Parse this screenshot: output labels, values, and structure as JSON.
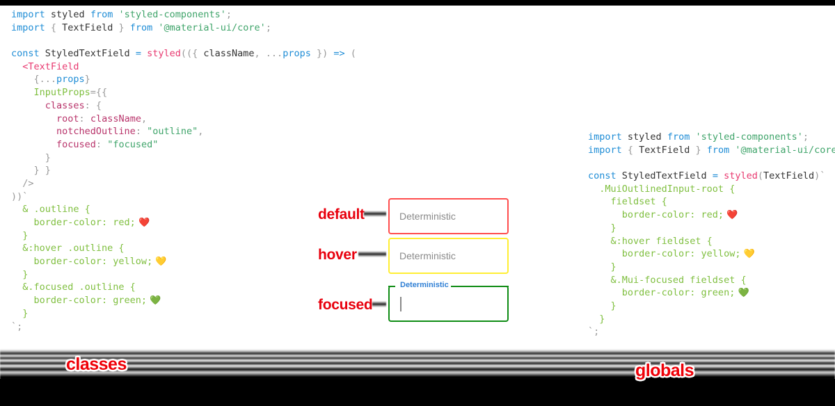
{
  "top_bar": {
    "color": "#000000"
  },
  "left_panel": {
    "section_title": "classes",
    "code_lines": [
      [
        {
          "t": "kw",
          "s": "import"
        },
        {
          "t": "plain",
          "s": " styled "
        },
        {
          "t": "kw",
          "s": "from"
        },
        {
          "t": "plain",
          "s": " "
        },
        {
          "t": "str",
          "s": "'styled-components'"
        },
        {
          "t": "punct",
          "s": ";"
        }
      ],
      [
        {
          "t": "kw",
          "s": "import"
        },
        {
          "t": "punct",
          "s": " { "
        },
        {
          "t": "plain",
          "s": "TextField"
        },
        {
          "t": "punct",
          "s": " } "
        },
        {
          "t": "kw",
          "s": "from"
        },
        {
          "t": "plain",
          "s": " "
        },
        {
          "t": "str",
          "s": "'@material-ui/core'"
        },
        {
          "t": "punct",
          "s": ";"
        }
      ],
      [],
      [
        {
          "t": "kw",
          "s": "const"
        },
        {
          "t": "plain",
          "s": " StyledTextField "
        },
        {
          "t": "kw",
          "s": "= "
        },
        {
          "t": "fn",
          "s": "styled"
        },
        {
          "t": "punct",
          "s": "(({ "
        },
        {
          "t": "plain",
          "s": "className"
        },
        {
          "t": "punct",
          "s": ", "
        },
        {
          "t": "punct",
          "s": "..."
        },
        {
          "t": "param",
          "s": "props"
        },
        {
          "t": "punct",
          "s": " }) "
        },
        {
          "t": "arrow",
          "s": "=> "
        },
        {
          "t": "punct",
          "s": "("
        }
      ],
      [
        {
          "t": "plain",
          "s": "  "
        },
        {
          "t": "tag",
          "s": "<TextField"
        }
      ],
      [
        {
          "t": "punct",
          "s": "    {"
        },
        {
          "t": "punct",
          "s": "..."
        },
        {
          "t": "param",
          "s": "props"
        },
        {
          "t": "punct",
          "s": "}"
        }
      ],
      [
        {
          "t": "prop",
          "s": "    InputProps"
        },
        {
          "t": "punct",
          "s": "={{"
        }
      ],
      [
        {
          "t": "key",
          "s": "      classes"
        },
        {
          "t": "punct",
          "s": ": {"
        }
      ],
      [
        {
          "t": "key",
          "s": "        root"
        },
        {
          "t": "punct",
          "s": ": "
        },
        {
          "t": "key",
          "s": "className"
        },
        {
          "t": "punct",
          "s": ","
        }
      ],
      [
        {
          "t": "key",
          "s": "        notchedOutline"
        },
        {
          "t": "punct",
          "s": ": "
        },
        {
          "t": "val",
          "s": "\"outline\""
        },
        {
          "t": "punct",
          "s": ","
        }
      ],
      [
        {
          "t": "key",
          "s": "        focused"
        },
        {
          "t": "punct",
          "s": ": "
        },
        {
          "t": "val",
          "s": "\"focused\""
        }
      ],
      [
        {
          "t": "punct",
          "s": "      }"
        }
      ],
      [
        {
          "t": "punct",
          "s": "    } }"
        }
      ],
      [
        {
          "t": "punct",
          "s": "  />"
        }
      ],
      [
        {
          "t": "punct",
          "s": "))`"
        }
      ],
      [
        {
          "t": "css",
          "s": "  & .outline {"
        }
      ],
      [
        {
          "t": "css",
          "s": "    border-color: red;"
        },
        {
          "t": "emoji",
          "s": " ❤️"
        }
      ],
      [
        {
          "t": "css",
          "s": "  }"
        }
      ],
      [
        {
          "t": "css",
          "s": "  &:hover .outline {"
        }
      ],
      [
        {
          "t": "css",
          "s": "    border-color: yellow;"
        },
        {
          "t": "emoji",
          "s": " 💛"
        }
      ],
      [
        {
          "t": "css",
          "s": "  }"
        }
      ],
      [
        {
          "t": "css",
          "s": "  &.focused .outline {"
        }
      ],
      [
        {
          "t": "css",
          "s": "    border-color: green;"
        },
        {
          "t": "emoji",
          "s": " 💚"
        }
      ],
      [
        {
          "t": "css",
          "s": "  }"
        }
      ],
      [
        {
          "t": "punct",
          "s": "`;"
        }
      ]
    ]
  },
  "right_panel": {
    "section_title": "globals",
    "code_lines": [
      [
        {
          "t": "kw",
          "s": "import"
        },
        {
          "t": "plain",
          "s": " styled "
        },
        {
          "t": "kw",
          "s": "from"
        },
        {
          "t": "plain",
          "s": " "
        },
        {
          "t": "str",
          "s": "'styled-components'"
        },
        {
          "t": "punct",
          "s": ";"
        }
      ],
      [
        {
          "t": "kw",
          "s": "import"
        },
        {
          "t": "punct",
          "s": " { "
        },
        {
          "t": "plain",
          "s": "TextField"
        },
        {
          "t": "punct",
          "s": " } "
        },
        {
          "t": "kw",
          "s": "from"
        },
        {
          "t": "plain",
          "s": " "
        },
        {
          "t": "str",
          "s": "'@material-ui/core'"
        },
        {
          "t": "punct",
          "s": ";"
        }
      ],
      [],
      [
        {
          "t": "kw",
          "s": "const"
        },
        {
          "t": "plain",
          "s": " StyledTextField "
        },
        {
          "t": "kw",
          "s": "= "
        },
        {
          "t": "fn",
          "s": "styled"
        },
        {
          "t": "punct",
          "s": "("
        },
        {
          "t": "plain",
          "s": "TextField"
        },
        {
          "t": "punct",
          "s": ")`"
        }
      ],
      [
        {
          "t": "css",
          "s": "  .MuiOutlinedInput-root {"
        }
      ],
      [
        {
          "t": "css",
          "s": "    fieldset {"
        }
      ],
      [
        {
          "t": "css",
          "s": "      border-color: red;"
        },
        {
          "t": "emoji",
          "s": " ❤️"
        }
      ],
      [
        {
          "t": "css",
          "s": "    }"
        }
      ],
      [
        {
          "t": "css",
          "s": "    &:hover fieldset {"
        }
      ],
      [
        {
          "t": "css",
          "s": "      border-color: yellow;"
        },
        {
          "t": "emoji",
          "s": " 💛"
        }
      ],
      [
        {
          "t": "css",
          "s": "    }"
        }
      ],
      [
        {
          "t": "css",
          "s": "    &.Mui-focused fieldset {"
        }
      ],
      [
        {
          "t": "css",
          "s": "      border-color: green;"
        },
        {
          "t": "emoji",
          "s": " 💚"
        }
      ],
      [
        {
          "t": "css",
          "s": "    }"
        }
      ],
      [
        {
          "t": "css",
          "s": "  }"
        }
      ],
      [
        {
          "t": "punct",
          "s": "`;"
        }
      ]
    ]
  },
  "demo": {
    "states": [
      {
        "label": "default",
        "value": "Deterministic",
        "border_color": "#ff4d4d",
        "floating_label": null,
        "has_caret": false
      },
      {
        "label": "hover",
        "value": "Deterministic",
        "border_color": "#ffee33",
        "floating_label": null,
        "has_caret": false
      },
      {
        "label": "focused",
        "value": "",
        "border_color": "#0f8c14",
        "floating_label": "Deterministic",
        "floating_label_color": "#2f7fd4",
        "has_caret": true
      }
    ]
  },
  "colors": {
    "accent_red": "#e8000d",
    "band_title_red": "#ef0008",
    "red": "#ff4d4d",
    "yellow": "#ffee33",
    "green": "#0f8c14",
    "blue_label": "#2f7fd4"
  }
}
